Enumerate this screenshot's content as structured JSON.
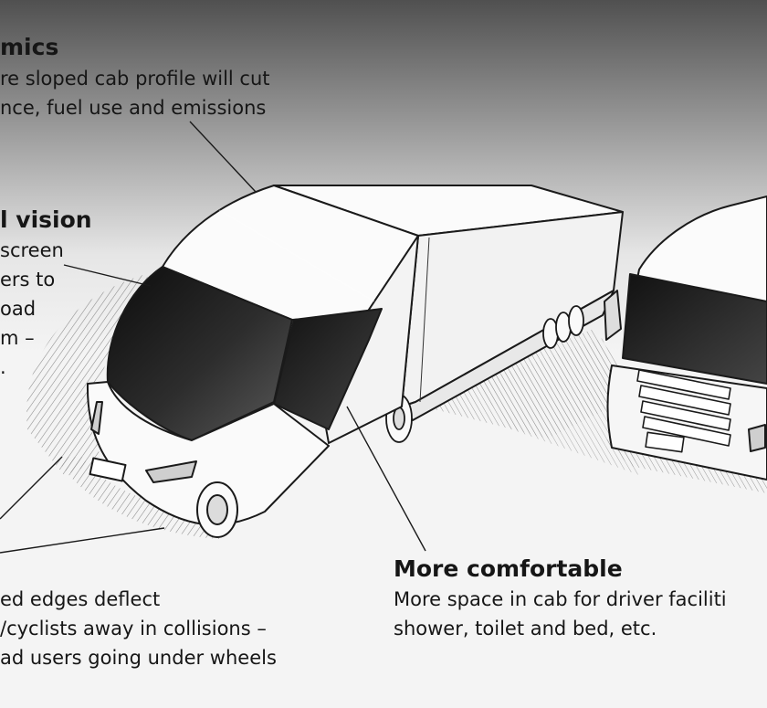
{
  "callouts": {
    "aero": {
      "heading": "mics",
      "lines": [
        "re sloped cab profile will cut",
        "nce, fuel use and emissions"
      ]
    },
    "vision": {
      "heading": "l vision",
      "lines": [
        "screen",
        "ers to",
        "oad",
        "m –",
        "."
      ]
    },
    "safety": {
      "lines": [
        "ed edges deflect",
        "/cyclists away in collisions –",
        "ad users going under wheels"
      ]
    },
    "comfort": {
      "heading": "More comfortable",
      "lines": [
        "More space in cab for driver faciliti",
        "shower, toilet and bed, etc."
      ]
    }
  },
  "colors": {
    "sky_top": "#545454",
    "sky_bottom": "#f4f4f4",
    "ink": "#161616",
    "glass": "#2a2a2a"
  }
}
